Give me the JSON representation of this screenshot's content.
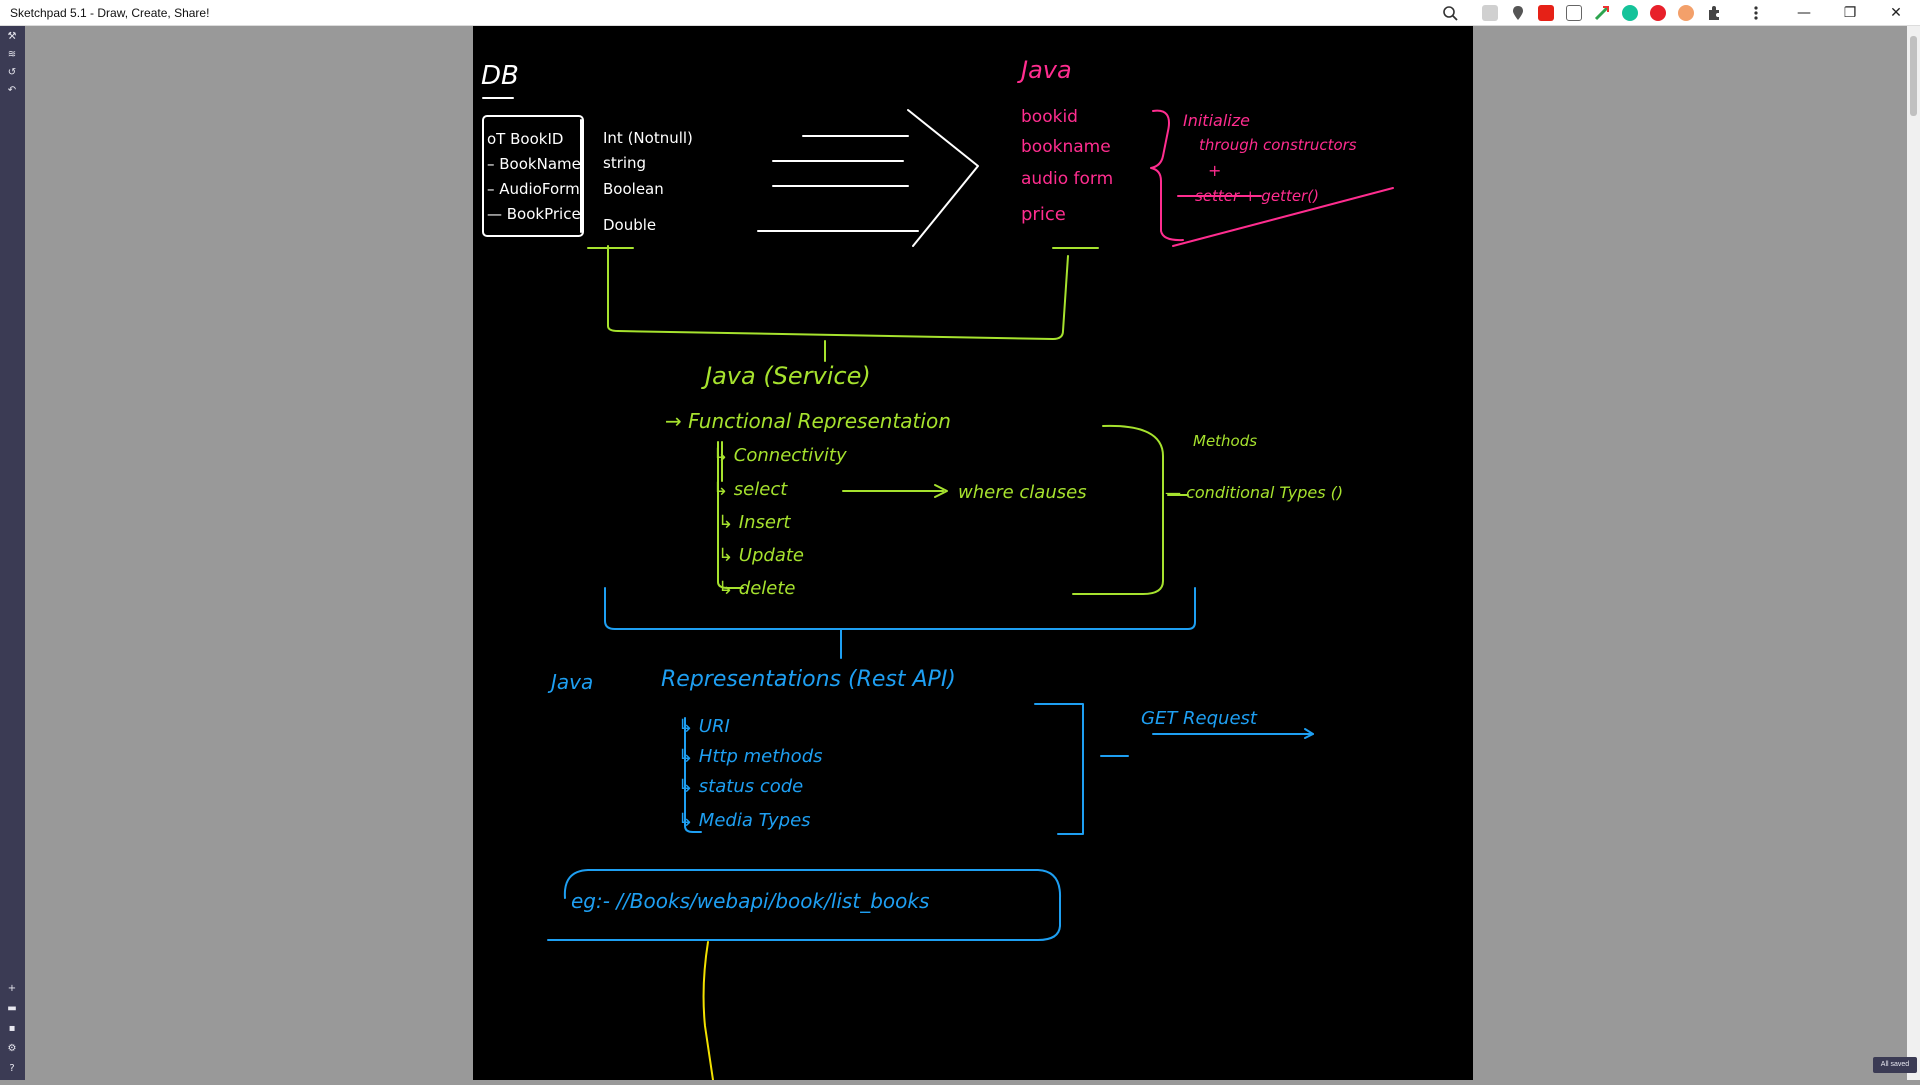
{
  "window": {
    "title": "Sketchpad 5.1 - Draw, Create, Share!",
    "minimize": "—",
    "restore": "❐",
    "close": "✕"
  },
  "toolbar_icons": [
    "zoom-icon",
    "pin-icon",
    "location-icon",
    "youtube-icon",
    "screen-icon",
    "arrow-icon",
    "grammarly-icon",
    "stop-icon",
    "account-icon",
    "puzzle-icon",
    "menu-dots-icon"
  ],
  "sidebar": {
    "top": [
      "tools-icon",
      "layers-icon",
      "history-icon",
      "undo-icon"
    ],
    "bottom": [
      "add-icon",
      "open-folder-icon",
      "save-icon",
      "settings-icon",
      "help-icon"
    ]
  },
  "status": "All saved",
  "colors": {
    "white": "#ffffff",
    "pink": "#ff2d8f",
    "green": "#a6e22e",
    "blue": "#1e9ff2",
    "yellow": "#f2e000"
  },
  "notes": {
    "db_heading": "DB",
    "db_fields": [
      "oT BookID",
      "– BookName",
      "– AudioForm",
      "— BookPrice"
    ],
    "db_types": [
      "Int (Notnull)",
      "string",
      "Boolean",
      "Double"
    ],
    "java_heading": "Java",
    "java_fields": [
      "bookid",
      "bookname",
      "audio form",
      "price"
    ],
    "java_note_1": "Initialize",
    "java_note_2": "through constructors",
    "java_note_3": "+",
    "java_note_4": "setter + getter()",
    "service_heading": "Java (Service)",
    "functional": "→ Functional Representation",
    "ops": [
      "↳ Connectivity",
      "↳ select",
      "↳ Insert",
      "↳ Update",
      "↳ delete"
    ],
    "where_clause": "where clauses",
    "methods": "Methods",
    "conditional": "— conditional Types ()",
    "rest_heading_java": "Java",
    "rest_heading": "Representations (Rest API)",
    "rest_items": [
      "↳ URI",
      "↳ Http methods",
      "↳ status code",
      "↳ Media Types"
    ],
    "get_request": "GET Request",
    "example": "eg:-  //Books/webapi/book/list_books"
  }
}
